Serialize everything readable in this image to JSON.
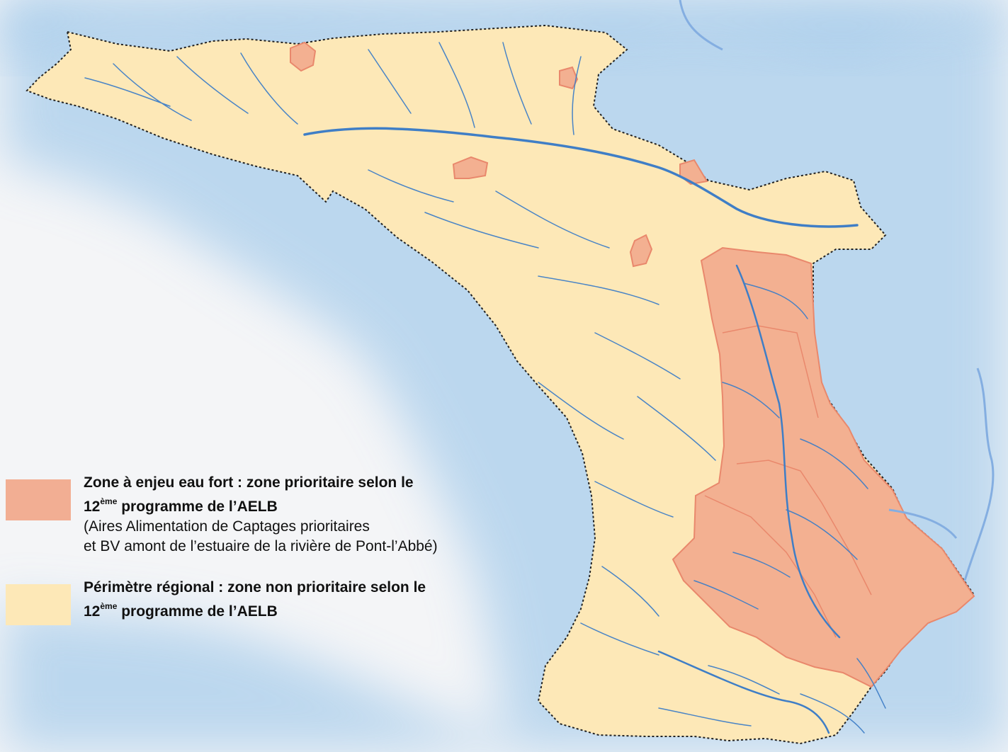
{
  "map": {
    "colors": {
      "sea_glow": "#9ec4ea",
      "regional_perimeter": "#fde8b7",
      "priority_zone": "#f3b091",
      "priority_zone_border": "#e9886c",
      "rivers": "#3f7ec6",
      "outline": "#222222"
    }
  },
  "legend": {
    "items": [
      {
        "swatch_color": "#f2ae93",
        "title": "Zone à enjeu eau fort : zone prioritaire selon le",
        "program_number": "12",
        "program_suffix": "ème",
        "program_text": " programme de l’AELB",
        "detail_1": "(Aires Alimentation de Captages prioritaires",
        "detail_2": "et BV amont de l’estuaire de la rivière de Pont-l’Abbé)"
      },
      {
        "swatch_color": "#fde8b7",
        "title": "Périmètre régional : zone non prioritaire selon le",
        "program_number": "12",
        "program_suffix": "ème",
        "program_text": " programme de l’AELB"
      }
    ]
  }
}
